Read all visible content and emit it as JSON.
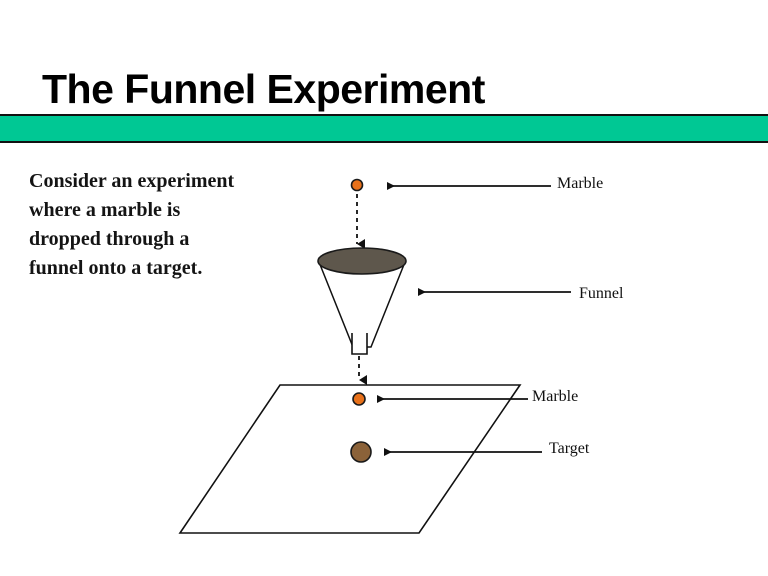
{
  "slide": {
    "title": "The Funnel Experiment",
    "background_color": "#ffffff",
    "divider_color": "#00c894",
    "divider_border_color": "#111111"
  },
  "body": {
    "lines": [
      "Consider an experiment",
      "where a marble is",
      "dropped through a",
      "funnel onto a target."
    ]
  },
  "diagram": {
    "labels": {
      "marble_top": "Marble",
      "funnel": "Funnel",
      "marble_table": "Marble",
      "target": "Target"
    },
    "colors": {
      "marble": "#E8711A",
      "marble_outline": "#1a1a1a",
      "target": "#8B6239",
      "target_outline": "#1a1a1a",
      "funnel_top": "#5E574C",
      "funnel_outline": "#111111",
      "table_outline": "#111111",
      "arrow": "#111111",
      "drop_path": "#111111"
    }
  }
}
